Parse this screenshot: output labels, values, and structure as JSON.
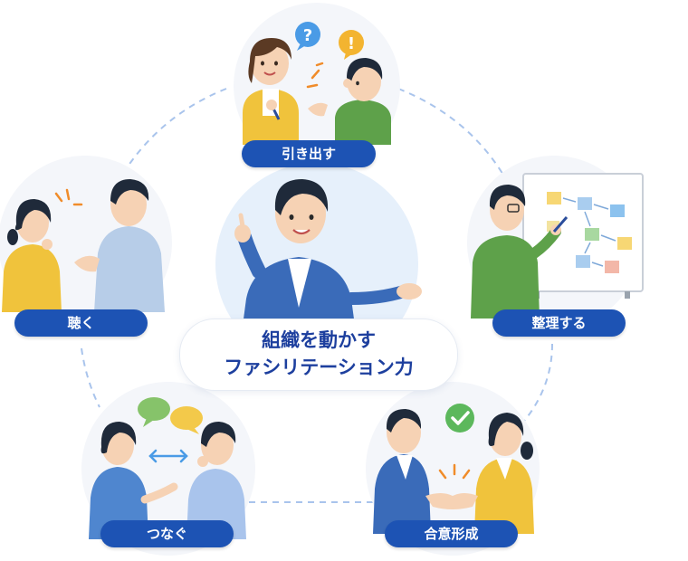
{
  "center": {
    "line1": "組織を動かす",
    "line2": "ファシリテーション力"
  },
  "steps": [
    {
      "id": "draw-out",
      "label": "引き出す"
    },
    {
      "id": "organize",
      "label": "整理する"
    },
    {
      "id": "consensus",
      "label": "合意形成"
    },
    {
      "id": "connect",
      "label": "つなぐ"
    },
    {
      "id": "listen",
      "label": "聴く"
    }
  ],
  "icons": {
    "question": "?",
    "exclamation": "!",
    "check": "check-icon",
    "swap": "double-arrow-icon"
  },
  "colors": {
    "pill": "#1d53b4",
    "title": "#1d3f9e",
    "ring": "#a9c4ec",
    "question_bubble": "#4a9be6",
    "exclamation_bubble": "#f3b430",
    "check_bubble": "#5cb85c"
  }
}
